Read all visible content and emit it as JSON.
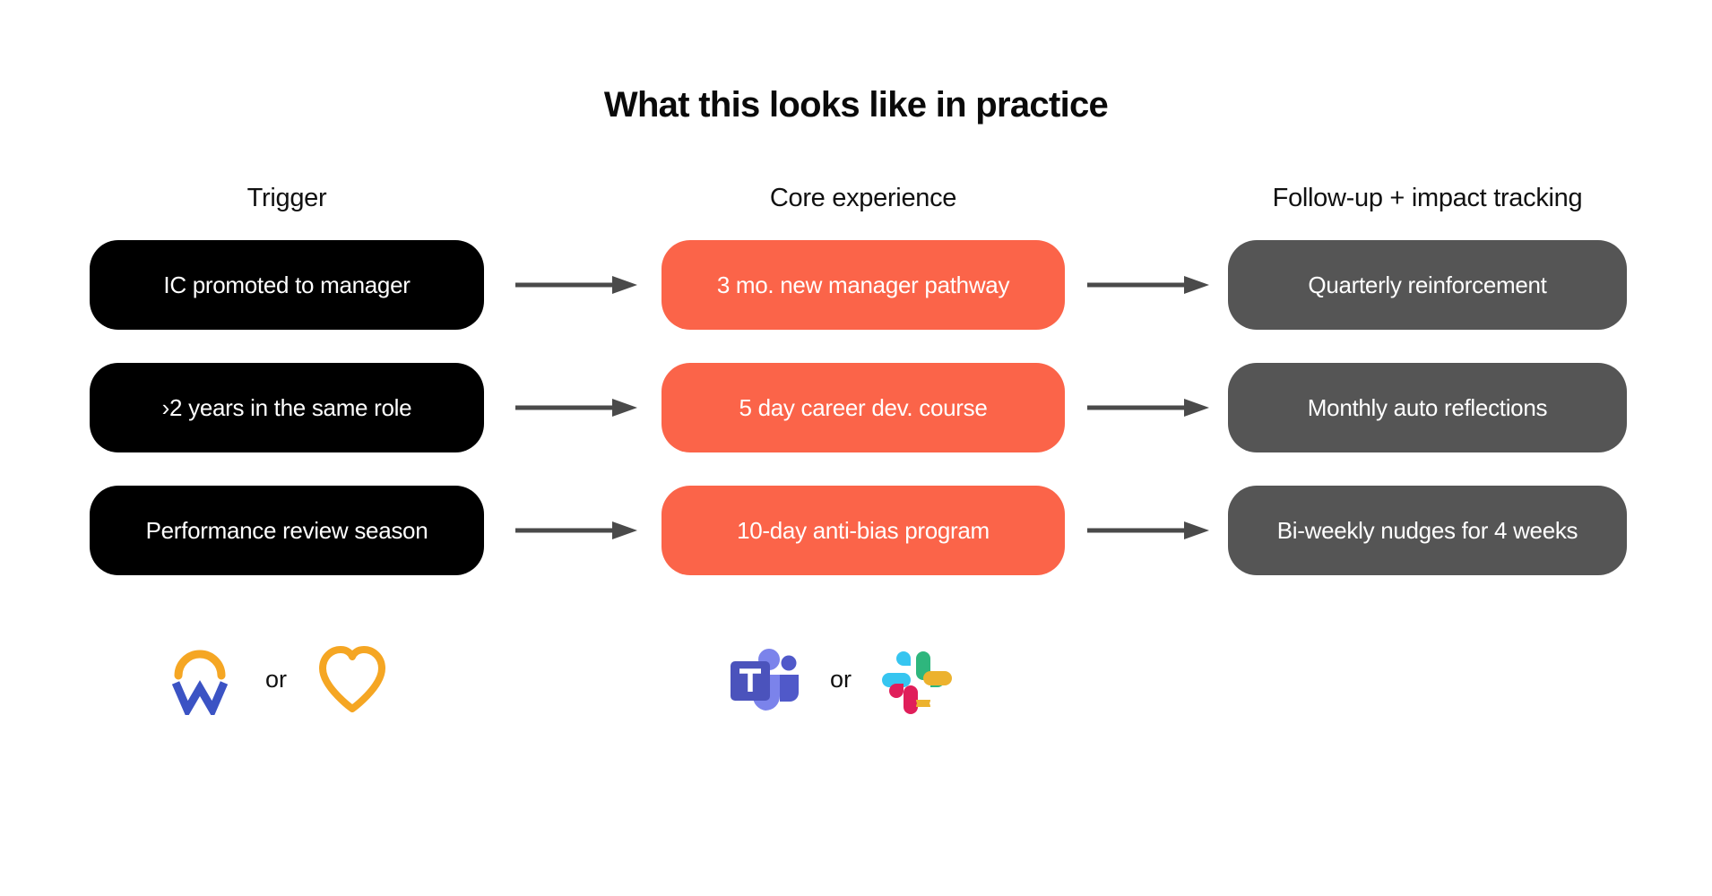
{
  "title": "What this looks like in practice",
  "columns": [
    {
      "header": "Trigger",
      "color": "#000000"
    },
    {
      "header": "Core experience",
      "color": "#FB6449"
    },
    {
      "header": "Follow-up + impact tracking",
      "color": "#555555"
    }
  ],
  "rows": [
    {
      "trigger": "IC promoted to manager",
      "core": "3 mo. new manager pathway",
      "followup": "Quarterly reinforcement"
    },
    {
      "trigger": "›2 years in the same role",
      "core": "5 day career dev. course",
      "followup": "Monthly auto reflections"
    },
    {
      "trigger": "Performance review season",
      "core": "10-day anti-bias program",
      "followup": "Bi-weekly nudges for 4 weeks"
    }
  ],
  "connector": {
    "icon": "arrow-right-icon",
    "color": "#4a4a4a"
  },
  "logo_groups": [
    {
      "separator": "or",
      "logos": [
        {
          "name": "workday-logo",
          "colors": {
            "arc": "#F5A623",
            "letter": "#3B53C4"
          }
        },
        {
          "name": "heart-logo",
          "colors": {
            "outline": "#F5A623"
          }
        }
      ]
    },
    {
      "separator": "or",
      "logos": [
        {
          "name": "microsoft-teams-logo",
          "colors": {
            "dark": "#4B53BC",
            "light": "#7B83EB",
            "square": "#5059C9"
          }
        },
        {
          "name": "slack-logo",
          "colors": {
            "blue": "#36C5F0",
            "green": "#2EB67D",
            "red": "#E01E5A",
            "yellow": "#ECB22E"
          }
        }
      ]
    }
  ]
}
